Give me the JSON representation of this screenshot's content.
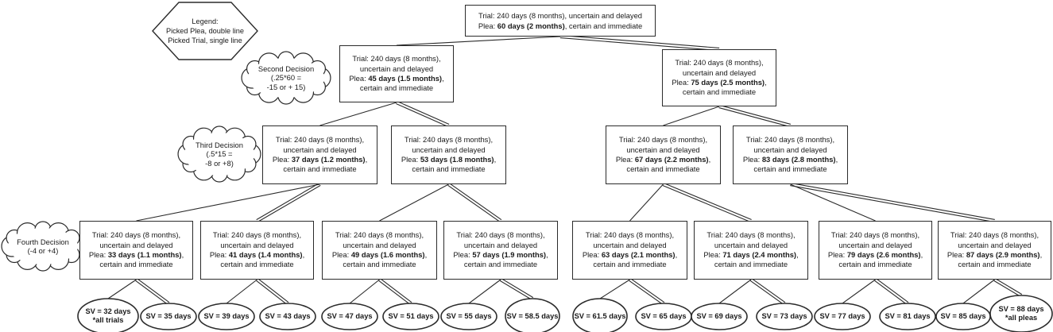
{
  "legend": {
    "title": "Legend:",
    "plea_line": "Picked Plea, double line",
    "trial_line": "Picked Trial, single line"
  },
  "decision_clouds": {
    "second": [
      "Second Decision",
      "(.25*60 =",
      "-15 or + 15)"
    ],
    "third": [
      "Third Decision",
      "(.5*15 =",
      "-8 or +8)"
    ],
    "fourth": [
      "Fourth Decision",
      "(-4 or +4)"
    ]
  },
  "node_common": {
    "trial1": "Trial: 240 days (8 months),",
    "trial2": "uncertain and delayed",
    "plea_label": "Plea: ",
    "comma": ",",
    "certain": "certain and immediate"
  },
  "root": {
    "trial": "Trial: 240 days (8 months), uncertain and delayed",
    "plea_prefix": "Plea: ",
    "plea_bold": "60 days (2 months)",
    "plea_suffix": ", certain and immediate"
  },
  "levels": {
    "l2": [
      {
        "plea_bold": "45 days (1.5 months)"
      },
      {
        "plea_bold": "75 days (2.5 months)"
      }
    ],
    "l3": [
      {
        "plea_bold": "37 days (1.2 months)"
      },
      {
        "plea_bold": "53 days (1.8 months)"
      },
      {
        "plea_bold": "67 days (2.2 months)"
      },
      {
        "plea_bold": "83 days (2.8 months)"
      }
    ],
    "l4": [
      {
        "plea_bold": "33 days (1.1 months)"
      },
      {
        "plea_bold": "41 days (1.4 months)"
      },
      {
        "plea_bold": "49 days (1.6 months)"
      },
      {
        "plea_bold": "57 days (1.9 months)"
      },
      {
        "plea_bold": "63 days (2.1 months)"
      },
      {
        "plea_bold": "71 days (2.4 months)"
      },
      {
        "plea_bold": "79 days (2.6 months)"
      },
      {
        "plea_bold": "87 days (2.9 months)"
      }
    ]
  },
  "leaves": [
    {
      "sv": "SV = 32 days",
      "note": "*all trials"
    },
    {
      "sv": "SV = 35 days"
    },
    {
      "sv": "SV = 39 days"
    },
    {
      "sv": "SV = 43 days"
    },
    {
      "sv": "SV = 47 days"
    },
    {
      "sv": "SV = 51 days"
    },
    {
      "sv": "SV = 55 days"
    },
    {
      "sv": "SV = 58.5 days"
    },
    {
      "sv": "SV = 61.5 days"
    },
    {
      "sv": "SV = 65 days"
    },
    {
      "sv": "SV = 69 days"
    },
    {
      "sv": "SV = 73 days"
    },
    {
      "sv": "SV = 77 days"
    },
    {
      "sv": "SV = 81 days"
    },
    {
      "sv": "SV = 85 days"
    },
    {
      "sv": "SV = 88 days",
      "note": "*all pleas"
    }
  ],
  "line_color": "#2b2b2b",
  "edges": [
    {
      "from": "root",
      "to": "l2-0",
      "pick": "trial"
    },
    {
      "from": "root",
      "to": "l2-1",
      "pick": "plea"
    },
    {
      "from": "l2-0",
      "to": "l3-0",
      "pick": "trial"
    },
    {
      "from": "l2-0",
      "to": "l3-1",
      "pick": "plea"
    },
    {
      "from": "l2-1",
      "to": "l3-2",
      "pick": "trial"
    },
    {
      "from": "l2-1",
      "to": "l3-3",
      "pick": "plea"
    },
    {
      "from": "l3-0",
      "to": "l4-0",
      "pick": "trial"
    },
    {
      "from": "l3-0",
      "to": "l4-1",
      "pick": "plea"
    },
    {
      "from": "l3-1",
      "to": "l4-2",
      "pick": "trial"
    },
    {
      "from": "l3-1",
      "to": "l4-3",
      "pick": "plea"
    },
    {
      "from": "l3-2",
      "to": "l4-4",
      "pick": "trial"
    },
    {
      "from": "l3-2",
      "to": "l4-5",
      "pick": "plea"
    },
    {
      "from": "l3-3",
      "to": "l4-6",
      "pick": "trial"
    },
    {
      "from": "l3-3",
      "to": "l4-7",
      "pick": "plea"
    },
    {
      "from": "l4-0",
      "to": "leaf-0",
      "pick": "trial"
    },
    {
      "from": "l4-0",
      "to": "leaf-1",
      "pick": "plea"
    },
    {
      "from": "l4-1",
      "to": "leaf-2",
      "pick": "trial"
    },
    {
      "from": "l4-1",
      "to": "leaf-3",
      "pick": "plea"
    },
    {
      "from": "l4-2",
      "to": "leaf-4",
      "pick": "trial"
    },
    {
      "from": "l4-2",
      "to": "leaf-5",
      "pick": "plea"
    },
    {
      "from": "l4-3",
      "to": "leaf-6",
      "pick": "trial"
    },
    {
      "from": "l4-3",
      "to": "leaf-7",
      "pick": "plea"
    },
    {
      "from": "l4-4",
      "to": "leaf-8",
      "pick": "trial"
    },
    {
      "from": "l4-4",
      "to": "leaf-9",
      "pick": "plea"
    },
    {
      "from": "l4-5",
      "to": "leaf-10",
      "pick": "trial"
    },
    {
      "from": "l4-5",
      "to": "leaf-11",
      "pick": "plea"
    },
    {
      "from": "l4-6",
      "to": "leaf-12",
      "pick": "trial"
    },
    {
      "from": "l4-6",
      "to": "leaf-13",
      "pick": "plea"
    },
    {
      "from": "l4-7",
      "to": "leaf-14",
      "pick": "trial"
    },
    {
      "from": "l4-7",
      "to": "leaf-15",
      "pick": "plea"
    }
  ]
}
